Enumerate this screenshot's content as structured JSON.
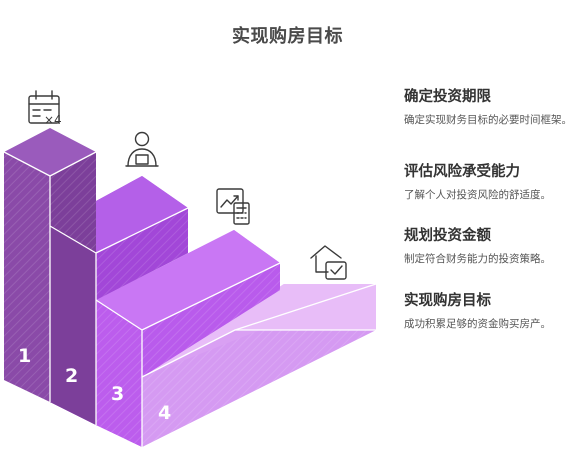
{
  "title": "实现购房目标",
  "colors": {
    "step1": "#8a4aa8",
    "step2": "#a94ee0",
    "step3": "#c063f0",
    "step4": "#dfa7f5"
  },
  "steps": [
    {
      "number": "1",
      "heading": "确定投资期限",
      "description": "确定实现财务目标的必要时间框架。",
      "icon": "calendar-icon"
    },
    {
      "number": "2",
      "heading": "评估风险承受能力",
      "description": "了解个人对投资风险的舒适度。",
      "icon": "person-icon"
    },
    {
      "number": "3",
      "heading": "规划投资金额",
      "description": "制定符合财务能力的投资策略。",
      "icon": "calculator-chart-icon"
    },
    {
      "number": "4",
      "heading": "实现购房目标",
      "description": "成功积累足够的资金购买房产。",
      "icon": "house-check-icon"
    }
  ]
}
